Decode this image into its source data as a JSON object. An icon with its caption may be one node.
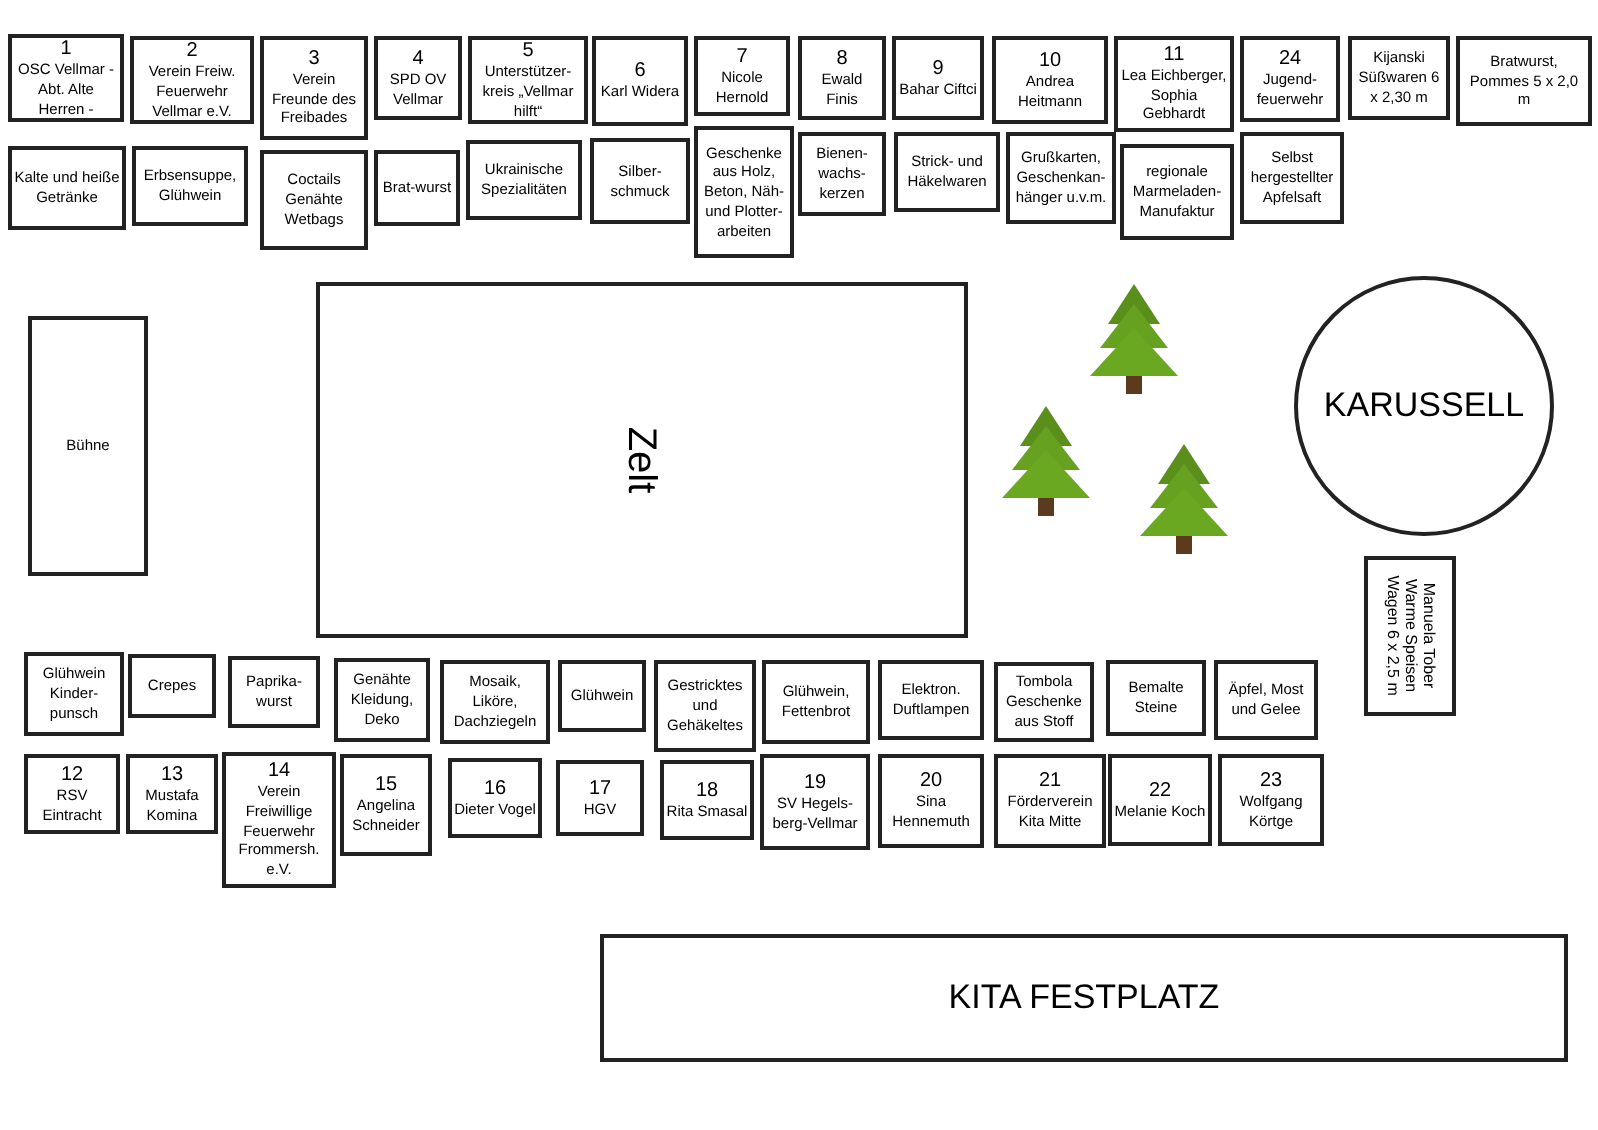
{
  "diagram": {
    "nodes": [
      {
        "text": [
          "1",
          "OSC Vellmar - Abt. Alte Herren -"
        ]
      },
      {
        "text": [
          "2",
          "Verein Freiw. Feuerwehr Vellmar e.V."
        ]
      },
      {
        "text": [
          "3",
          "Verein Freunde des Freibades"
        ]
      },
      {
        "text": [
          "4",
          "SPD OV Vellmar"
        ]
      },
      {
        "text": [
          "5",
          "Unterstützer-kreis „Vellmar hilft“"
        ]
      },
      {
        "text": [
          "6",
          "Karl Widera"
        ]
      },
      {
        "text": [
          "7",
          "Nicole Hernold"
        ]
      },
      {
        "text": [
          "8",
          "Ewald Finis"
        ]
      },
      {
        "text": [
          "9",
          "Bahar Ciftci"
        ]
      },
      {
        "text": [
          "10",
          "Andrea Heitmann"
        ]
      },
      {
        "text": [
          "11",
          "Lea Eichberger, Sophia Gebhardt"
        ]
      },
      {
        "text": [
          "24",
          "Jugend-feuerwehr"
        ]
      },
      {
        "text": [
          "Kijanski Süßwaren 6 x 2,30 m"
        ]
      },
      {
        "text": [
          "Bratwurst, Pommes 5 x 2,0 m"
        ]
      },
      {
        "text": [
          "Kalte und heiße Getränke"
        ]
      },
      {
        "text": [
          "Erbsensuppe, Glühwein"
        ]
      },
      {
        "text": [
          "Coctails Genähte Wetbags"
        ]
      },
      {
        "text": [
          "Brat-wurst"
        ]
      },
      {
        "text": [
          "Ukrainische Spezialitäten"
        ]
      },
      {
        "text": [
          "Silber-schmuck"
        ]
      },
      {
        "text": [
          "Geschenke aus Holz, Beton, Näh- und Plotter-arbeiten"
        ]
      },
      {
        "text": [
          "Bienen-wachs-kerzen"
        ]
      },
      {
        "text": [
          "Strick- und Häkelwaren"
        ]
      },
      {
        "text": [
          "Grußkarten, Geschenkan-hänger u.v.m."
        ]
      },
      {
        "text": [
          "regionale Marmeladen-Manufaktur"
        ]
      },
      {
        "text": [
          "Selbst hergestellter Apfelsaft"
        ]
      },
      {
        "text": [
          "Bühne"
        ]
      },
      {
        "text": [
          "Zelt"
        ]
      },
      {
        "text": [
          "KARUSSELL"
        ]
      },
      {
        "text": [
          "Manuela Tober Warme Speisen Wagen 6 x 2,5 m"
        ]
      },
      {
        "text": [
          "Glühwein Kinder-punsch"
        ]
      },
      {
        "text": [
          "Crepes"
        ]
      },
      {
        "text": [
          "Paprika-wurst"
        ]
      },
      {
        "text": [
          "Genähte Kleidung, Deko"
        ]
      },
      {
        "text": [
          "Mosaik, Liköre, Dachziegeln"
        ]
      },
      {
        "text": [
          "Glühwein"
        ]
      },
      {
        "text": [
          "Gestricktes und Gehäkeltes"
        ]
      },
      {
        "text": [
          "Glühwein, Fettenbrot"
        ]
      },
      {
        "text": [
          "Elektron. Duftlampen"
        ]
      },
      {
        "text": [
          "Tombola Geschenke aus Stoff"
        ]
      },
      {
        "text": [
          "Bemalte Steine"
        ]
      },
      {
        "text": [
          "Äpfel, Most und Gelee"
        ]
      },
      {
        "text": [
          "12",
          "RSV Eintracht"
        ]
      },
      {
        "text": [
          "13",
          "Mustafa Komina"
        ]
      },
      {
        "text": [
          "14",
          "Verein Freiwillige Feuerwehr Frommersh. e.V."
        ]
      },
      {
        "text": [
          "15",
          "Angelina Schneider"
        ]
      },
      {
        "text": [
          "16",
          "Dieter Vogel"
        ]
      },
      {
        "text": [
          "17",
          "HGV"
        ]
      },
      {
        "text": [
          "18",
          "Rita Smasal"
        ]
      },
      {
        "text": [
          "19",
          "SV Hegels-berg-Vellmar"
        ]
      },
      {
        "text": [
          "20",
          "Sina Hennemuth"
        ]
      },
      {
        "text": [
          "21",
          "Förderverein Kita Mitte"
        ]
      },
      {
        "text": [
          "22",
          "Melanie Koch"
        ]
      },
      {
        "text": [
          "23",
          "Wolfgang Körtge"
        ]
      },
      {
        "text": [
          "KITA FESTPLATZ"
        ]
      }
    ]
  }
}
